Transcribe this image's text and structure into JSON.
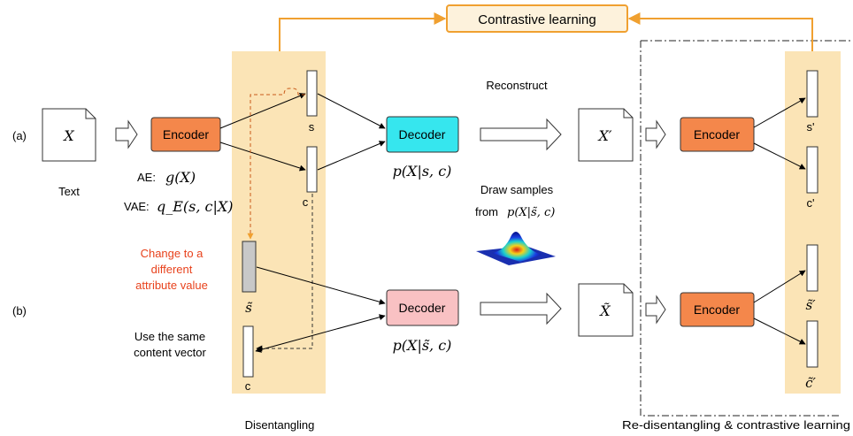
{
  "contrastive_label": "Contrastive learning",
  "row_a_label": "(a)",
  "row_b_label": "(b)",
  "input_text": "X",
  "input_caption": "Text",
  "encoder_label": "Encoder",
  "decoder_label": "Decoder",
  "vec_s": "s",
  "vec_c": "c",
  "vec_c_b": "c",
  "vec_s_tilde": "s̃",
  "ae_label": "AE:",
  "ae_formula": "g(X)",
  "vae_label": "VAE:",
  "vae_formula": "q_E(s, c|X)",
  "decoder_a_formula": "p(X|s, c)",
  "decoder_b_formula": "p(X|s̃, c)",
  "reconstruct_label": "Reconstruct",
  "draw_samples_line1": "Draw samples",
  "draw_samples_line2": "from",
  "draw_samples_formula": "p(X|s̃, c)",
  "output_a": "X′",
  "output_b": "X̃",
  "change_line1": "Change to a",
  "change_line2": "different",
  "change_line3": "attribute value",
  "same_line1": "Use the same",
  "same_line2": "content vector",
  "right_s": "s'",
  "right_c": "c'",
  "right_s_tilde": "s̃′",
  "right_c_tilde": "c̃′",
  "disentangling_caption": "Disentangling",
  "redisentangling_caption": "Re-disentangling & contrastive learning",
  "colors": {
    "panel_fill": "#fbe4b6",
    "encoder_fill": "#f4874b",
    "decoder_a_fill": "#36e6ee",
    "decoder_b_fill": "#f9c1c3",
    "orange_line": "#f0a030",
    "red_text": "#e8421c"
  }
}
